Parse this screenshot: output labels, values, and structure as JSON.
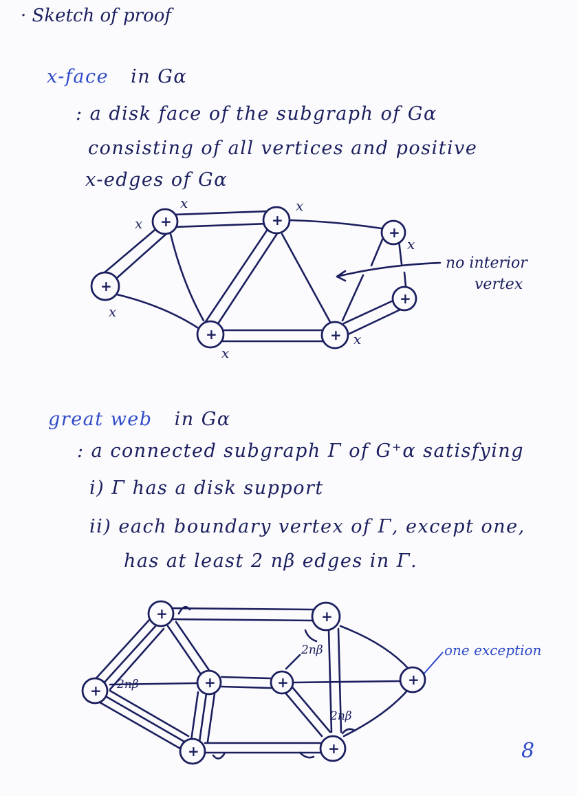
{
  "header": {
    "title": "· Sketch of proof"
  },
  "section1": {
    "term": "x-face",
    "term_suffix": "in Gα",
    "definition_lines": [
      ": a disk face of the subgraph of Gα",
      "consisting of all vertices and positive",
      "x-edges of Gα"
    ],
    "figure": {
      "node_label": "+",
      "edge_label": "x",
      "annotation_line1": "no interior",
      "annotation_line2": "vertex"
    }
  },
  "section2": {
    "term": "great web",
    "term_suffix": "in Gα",
    "definition_lines": [
      ": a connected subgraph Γ of G⁺α satisfying",
      "i)  Γ has a disk support",
      "ii)  each boundary vertex of Γ, except one,",
      "has at least  2 nβ  edges  in Γ."
    ],
    "figure": {
      "node_label": "+",
      "count_label": "2nβ",
      "annotation": "one exception"
    }
  },
  "footer": {
    "page_number": "8"
  },
  "colors": {
    "ink": "#1b1f5e",
    "blue_ink": "#2f4bc8",
    "paper": "#fbfbfd"
  }
}
